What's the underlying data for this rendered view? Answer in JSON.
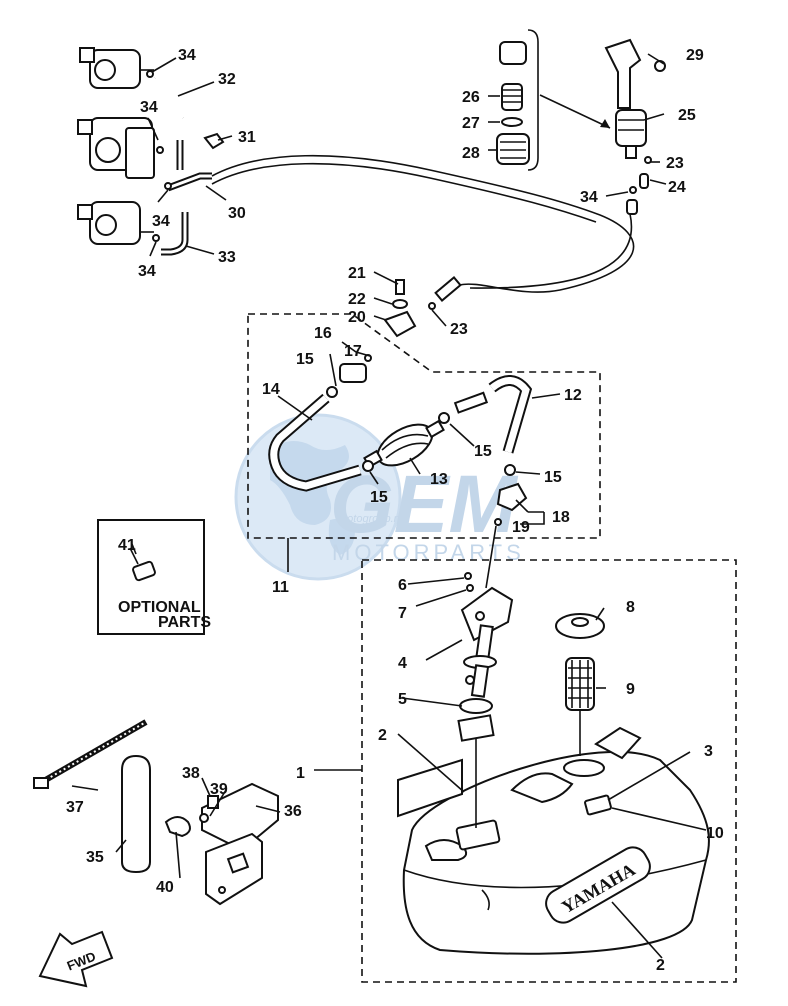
{
  "watermark": {
    "brand": "GEM",
    "sub": "MOTORPARTS",
    "script": "motogroup.nl",
    "colors": {
      "globe": "#cfe0f2",
      "text": "#b9cfe6"
    }
  },
  "optional_box": {
    "label_line1": "OPTIONAL",
    "label_line2": "PARTS"
  },
  "tank_brand": "YAMAHA",
  "fwd_label": "FWD",
  "callouts": {
    "n1": "1",
    "n2a": "2",
    "n2b": "2",
    "n3": "3",
    "n4": "4",
    "n5": "5",
    "n6": "6",
    "n7": "7",
    "n8": "8",
    "n9": "9",
    "n10": "10",
    "n11": "11",
    "n12": "12",
    "n13": "13",
    "n14": "14",
    "n15a": "15",
    "n15b": "15",
    "n15c": "15",
    "n15d": "15",
    "n16": "16",
    "n17": "17",
    "n18": "18",
    "n19": "19",
    "n20": "20",
    "n21": "21",
    "n22": "22",
    "n23a": "23",
    "n23b": "23",
    "n24": "24",
    "n25": "25",
    "n26": "26",
    "n27": "27",
    "n28": "28",
    "n29": "29",
    "n30": "30",
    "n31": "31",
    "n32": "32",
    "n33": "33",
    "n34a": "34",
    "n34b": "34",
    "n34c": "34",
    "n34d": "34",
    "n34e": "34",
    "n35": "35",
    "n36": "36",
    "n37": "37",
    "n38": "38",
    "n39": "39",
    "n40": "40",
    "n41": "41"
  }
}
